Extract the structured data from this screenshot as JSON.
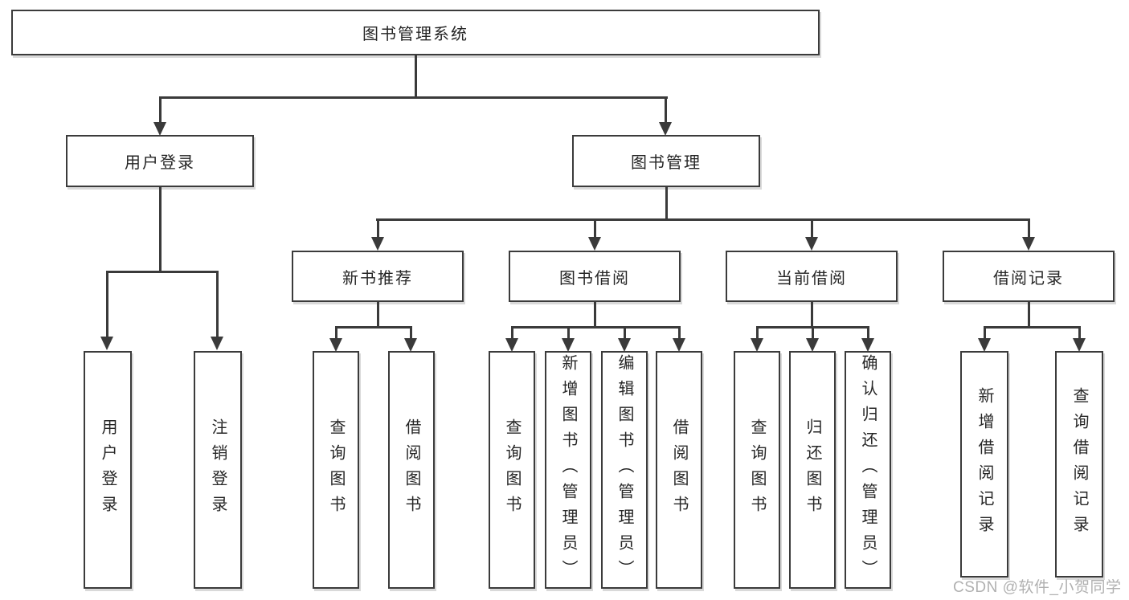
{
  "diagram": {
    "type": "tree",
    "root": {
      "label": "图书管理系统"
    },
    "branches": [
      {
        "label": "用户登录",
        "children": [
          {
            "label": "用户登录"
          },
          {
            "label": "注销登录"
          }
        ]
      },
      {
        "label": "图书管理",
        "children": [
          {
            "label": "新书推荐",
            "children": [
              {
                "label": "查询图书"
              },
              {
                "label": "借阅图书"
              }
            ]
          },
          {
            "label": "图书借阅",
            "children": [
              {
                "label": "查询图书"
              },
              {
                "label": "新增图书（管理员）"
              },
              {
                "label": "编辑图书（管理员）"
              },
              {
                "label": "借阅图书"
              }
            ]
          },
          {
            "label": "当前借阅",
            "children": [
              {
                "label": "查询图书"
              },
              {
                "label": "归还图书"
              },
              {
                "label": "确认归还（管理员）"
              }
            ]
          },
          {
            "label": "借阅记录",
            "children": [
              {
                "label": "新增借阅记录"
              },
              {
                "label": "查询借阅记录"
              }
            ]
          }
        ]
      }
    ]
  },
  "watermark": {
    "text": "CSDN @软件_小贺同学"
  },
  "colors": {
    "line": "#3a3a3a",
    "box_border": "#3b3b3b",
    "text": "#262626",
    "watermark": "#b0b0b0",
    "background": "#ffffff"
  }
}
